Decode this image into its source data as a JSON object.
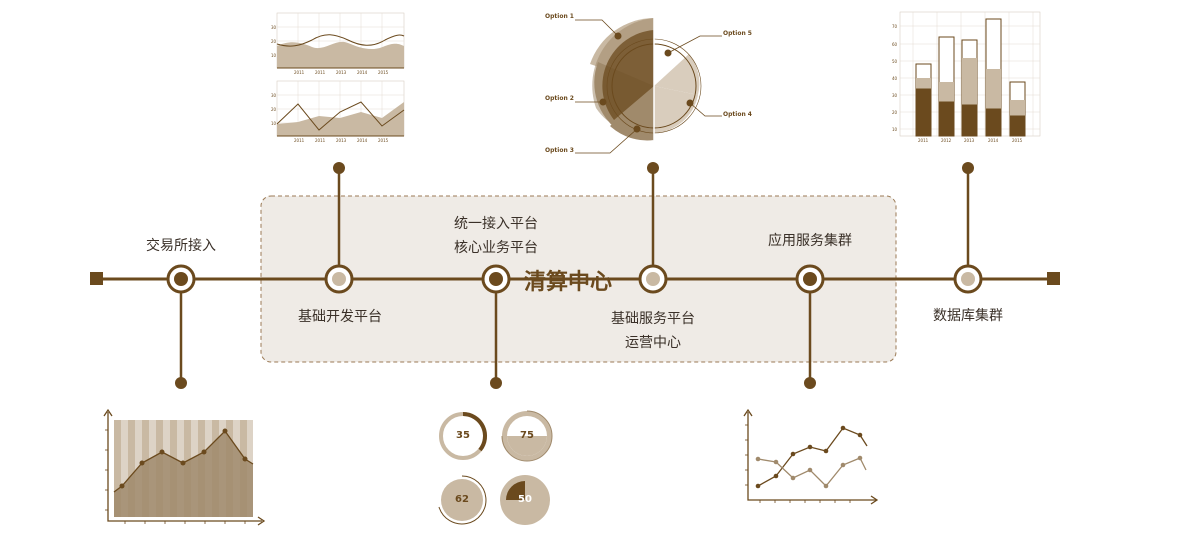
{
  "colors": {
    "dark": "#6b4a1e",
    "medium": "#a08a6c",
    "light": "#c9b9a3",
    "panel_fill": "#efebe6",
    "panel_border": "#9b7a55"
  },
  "center_title": "清算中心",
  "nodes": [
    {
      "label": "交易所接入"
    },
    {
      "label": "基础开发平台"
    },
    {
      "label": "统一接入平台"
    },
    {
      "label": "核心业务平台"
    },
    {
      "label": "基础服务平台"
    },
    {
      "label": "运营中心"
    },
    {
      "label": "应用服务集群"
    },
    {
      "label": "数据库集群"
    }
  ],
  "radial_chart": {
    "options": [
      "Option 1",
      "Option 2",
      "Option 3",
      "Option 4",
      "Option 5"
    ]
  },
  "stacked_bar_chart": {
    "categories": [
      "2011",
      "2012",
      "2013",
      "2014",
      "2015"
    ],
    "y_ticks": [
      "70",
      "60",
      "50",
      "40",
      "30",
      "20",
      "10"
    ]
  },
  "area_chart_top": {
    "x_ticks": [
      "2011",
      "2011",
      "2013",
      "2014",
      "2015"
    ],
    "y_ticks": [
      "30",
      "20",
      "10"
    ]
  },
  "area_chart_bottom": {
    "x_ticks": [
      "2011",
      "2011",
      "2013",
      "2014",
      "2015"
    ],
    "y_ticks": [
      "30",
      "20",
      "10"
    ]
  },
  "progress_rings": [
    {
      "value": 35
    },
    {
      "value": 75
    },
    {
      "value": 62
    },
    {
      "value": 50
    }
  ]
}
